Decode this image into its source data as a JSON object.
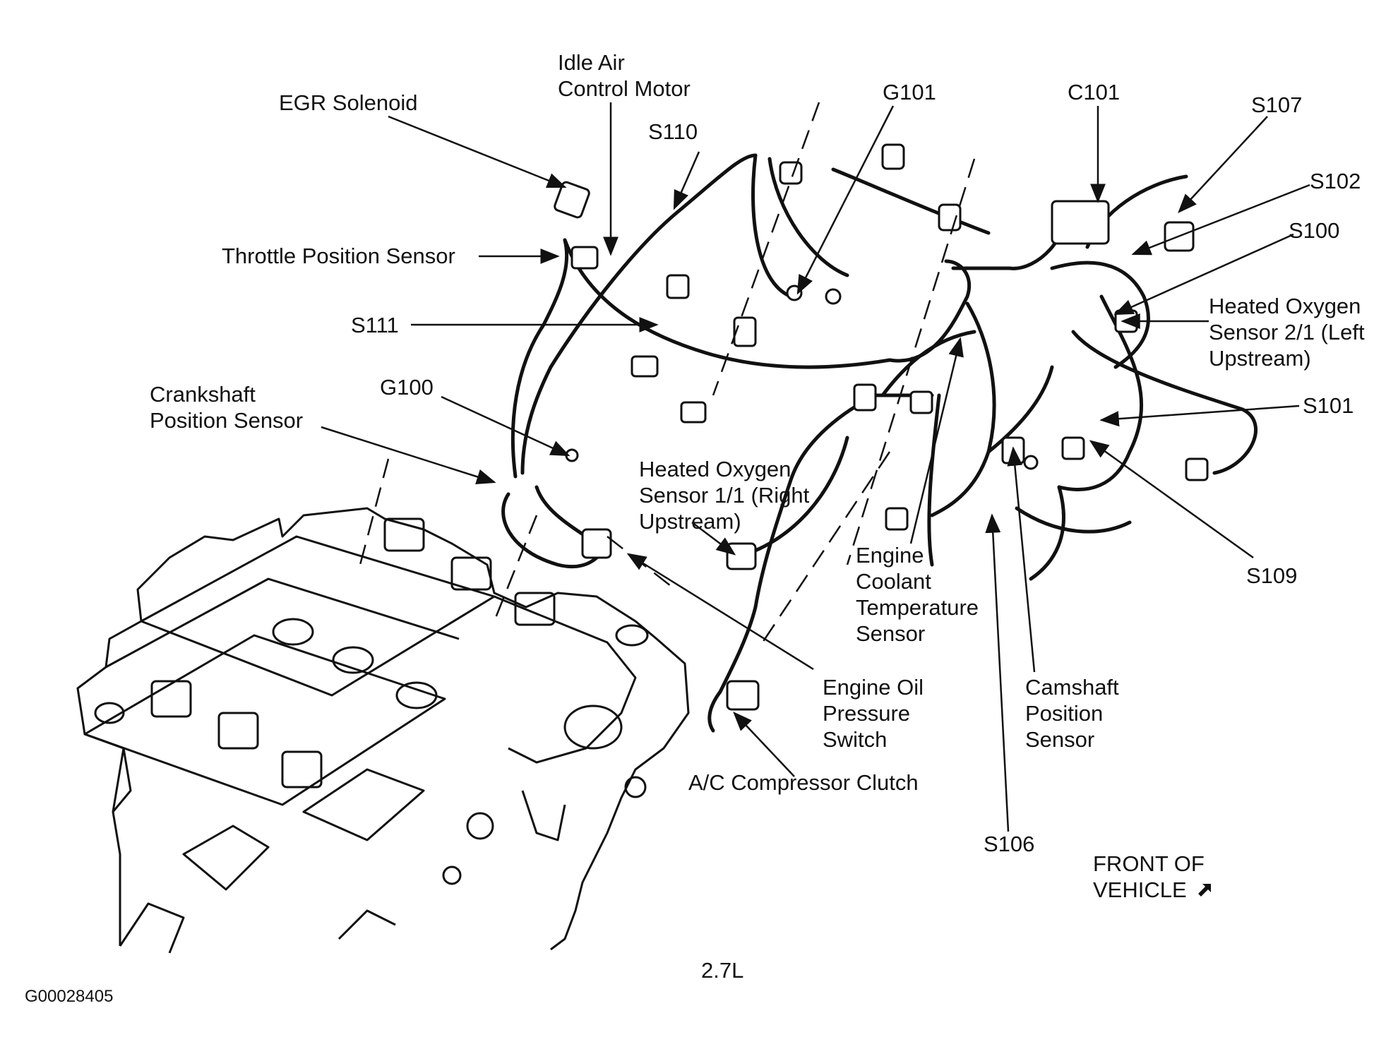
{
  "labels": {
    "idle_air_control_motor": [
      "Idle Air",
      "Control Motor"
    ],
    "egr_solenoid": "EGR Solenoid",
    "g101": "G101",
    "c101": "C101",
    "s107": "S107",
    "s110": "S110",
    "s102": "S102",
    "s100": "S100",
    "throttle_position_sensor": "Throttle Position Sensor",
    "heated_oxygen_sensor_2_1": [
      "Heated Oxygen",
      "Sensor 2/1 (Left",
      "Upstream)"
    ],
    "s111": "S111",
    "crankshaft_position_sensor": [
      "Crankshaft",
      "Position Sensor"
    ],
    "g100": "G100",
    "s101": "S101",
    "heated_oxygen_sensor_1_1": [
      "Heated Oxygen",
      "Sensor 1/1 (Right",
      "Upstream)"
    ],
    "s109": "S109",
    "engine_coolant_temperature_sensor": [
      "Engine",
      "Coolant",
      "Temperature",
      "Sensor"
    ],
    "engine_oil_pressure_switch": [
      "Engine Oil",
      "Pressure",
      "Switch"
    ],
    "camshaft_position_sensor": [
      "Camshaft",
      "Position",
      "Sensor"
    ],
    "ac_compressor_clutch": "A/C Compressor Clutch",
    "s106": "S106",
    "front_of_vehicle": [
      "FRONT OF",
      "VEHICLE"
    ],
    "engine_size": "2.7L",
    "figure_id": "G00028405"
  },
  "icons": {
    "front_direction": "diagonal-arrow-icon"
  },
  "colors": {
    "ink": "#111111",
    "paper": "#ffffff"
  }
}
